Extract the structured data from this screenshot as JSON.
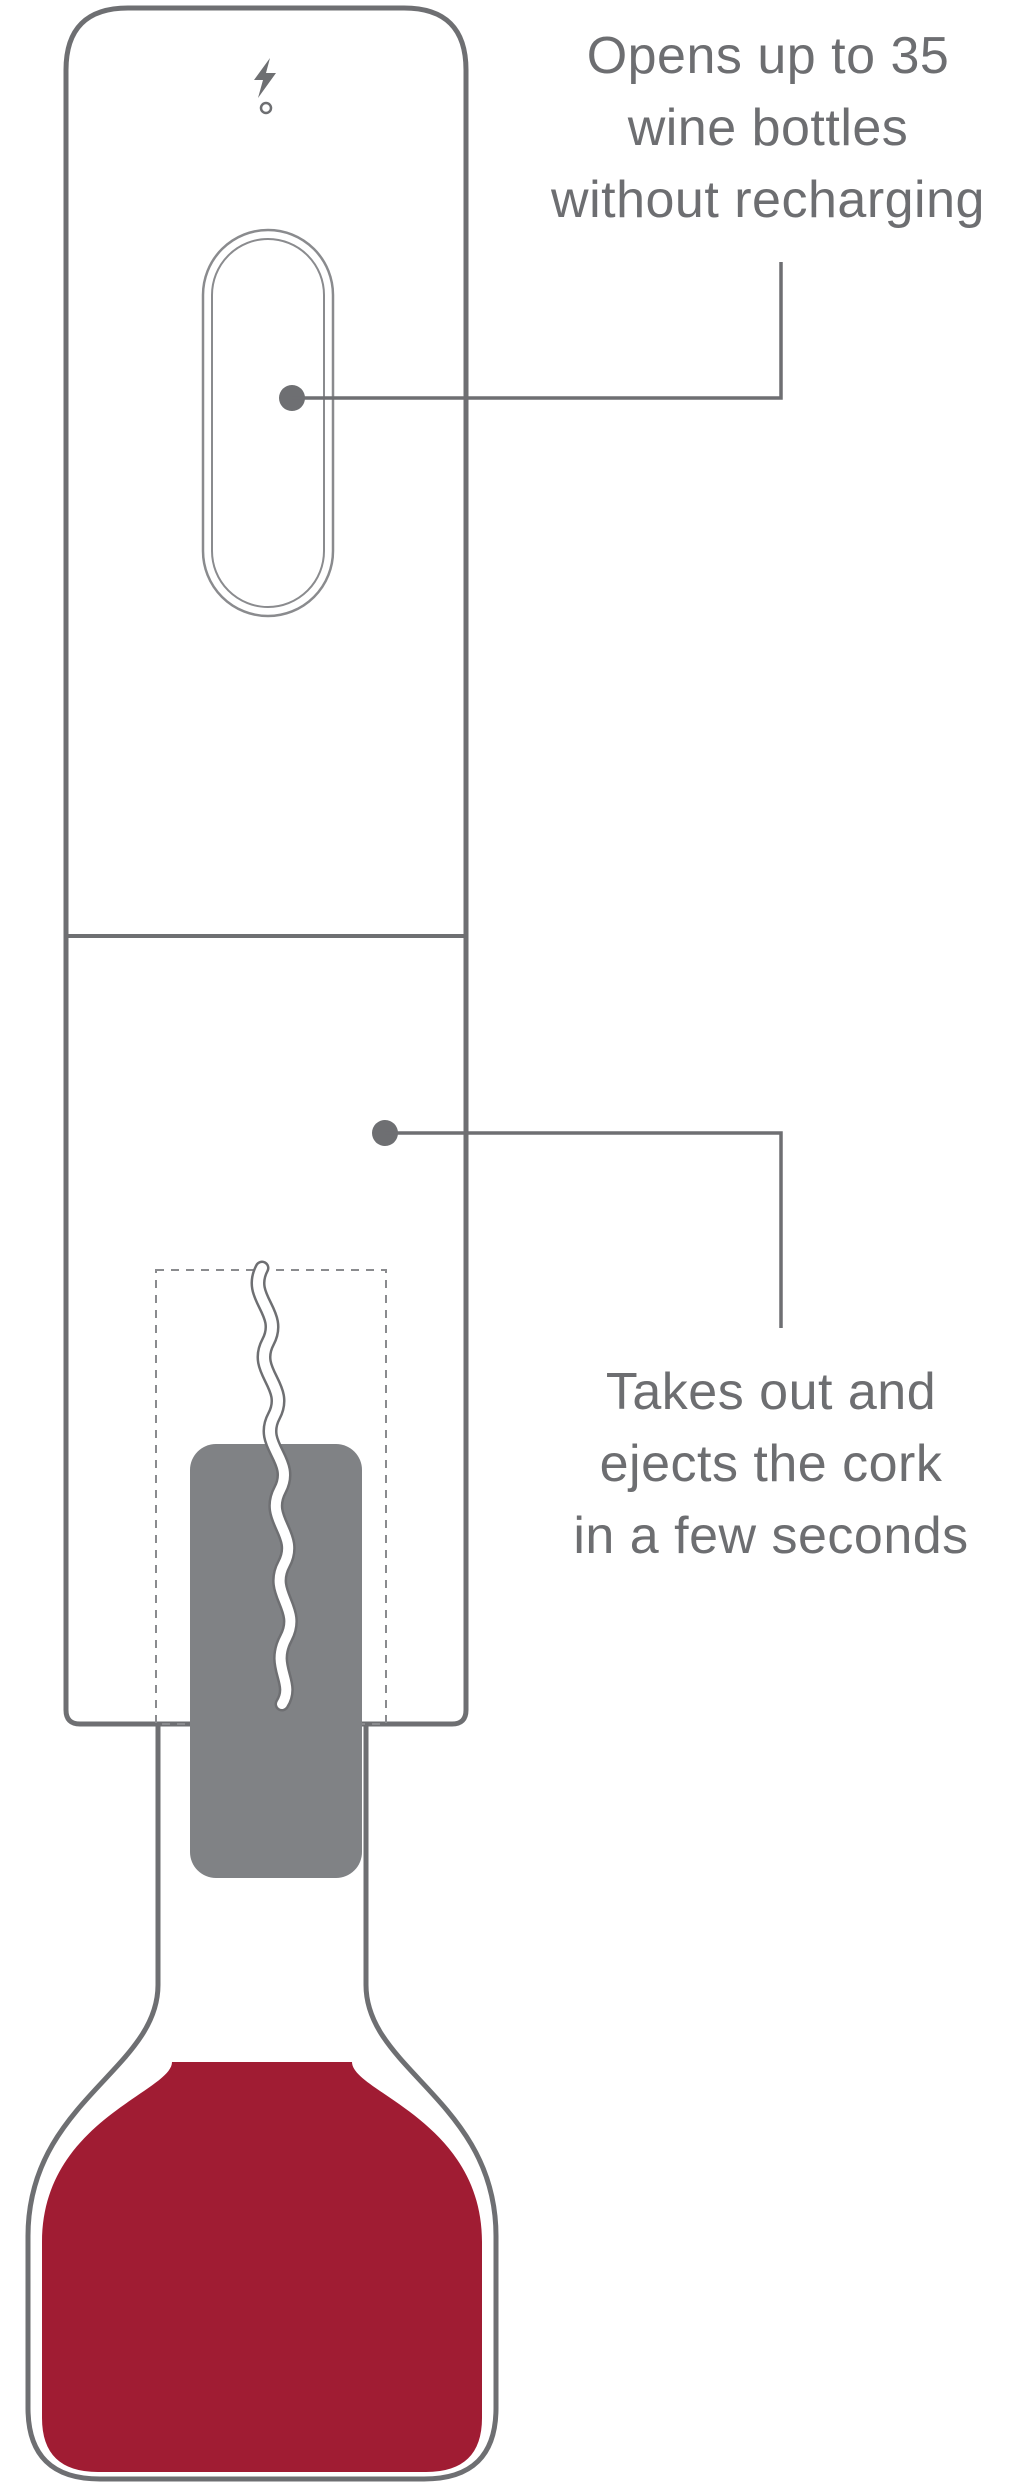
{
  "title": "Electric wine opener diagram",
  "annotations": {
    "battery": {
      "text": "Opens up to 35\nwine bottles\nwithout recharging"
    },
    "cork": {
      "text": "Takes out and\nejects the cork\nin a few seconds"
    }
  },
  "icons": {
    "charging_indicator": "lightning-bolt",
    "indicator_light": "small-circle"
  },
  "colors": {
    "outline_gray": "#6e6f72",
    "light_outline_gray": "#8a8b8e",
    "text_gray": "#6d6e71",
    "cork_gray": "#808285",
    "wine_red": "#a01c33",
    "background": "#ffffff"
  }
}
